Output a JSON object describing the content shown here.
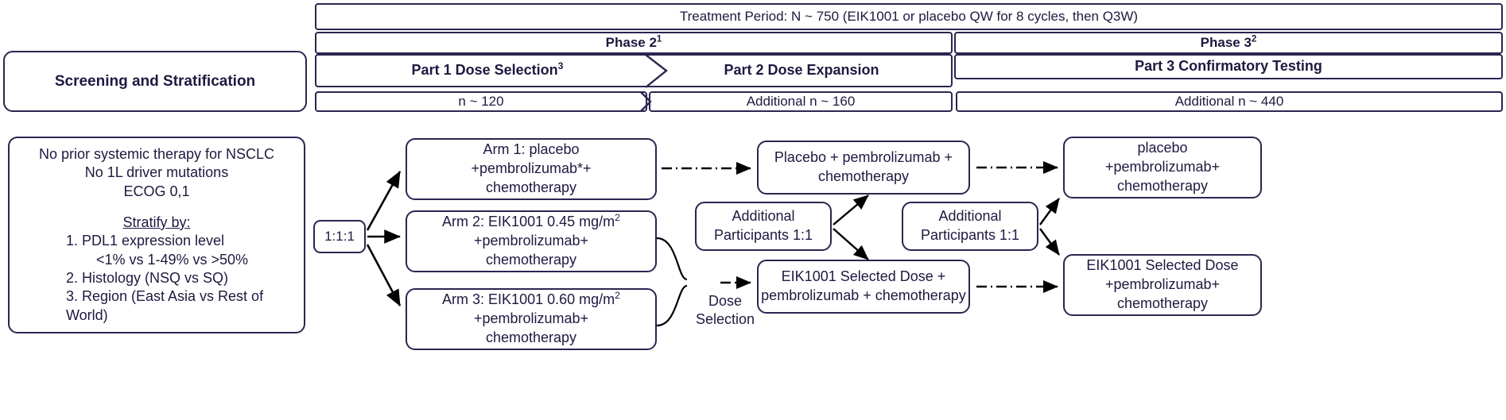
{
  "diagram": {
    "title": "EIK1001 NSCLC Phase 2/3 study schema",
    "accent_color": "#2b2550",
    "text_color": "#1d1a40",
    "background": "#ffffff"
  },
  "header": {
    "treatment_period": "Treatment Period: N ~ 750 (EIK1001 or placebo QW for 8 cycles, then Q3W)",
    "phases": [
      {
        "label": "Phase 2",
        "footnote": "1"
      },
      {
        "label": "Phase 3",
        "footnote": "2"
      }
    ],
    "parts": [
      {
        "label": "Part 1 Dose Selection",
        "footnote": "3"
      },
      {
        "label": "Part 2 Dose Expansion",
        "footnote": ""
      },
      {
        "label": "Part 3 Confirmatory Testing",
        "footnote": ""
      }
    ],
    "counts": [
      "n ~ 120",
      "Additional  n ~ 160",
      "Additional n ~ 440"
    ]
  },
  "screening": {
    "title": "Screening and Stratification"
  },
  "eligibility": {
    "lines": [
      "No prior systemic therapy for NSCLC",
      "No 1L driver mutations",
      "ECOG  0,1"
    ],
    "stratify_heading": "Stratify by:",
    "stratify_items": [
      "1. PDL1 expression level",
      "<1% vs 1-49% vs >50%",
      "2. Histology  (NSQ vs SQ)",
      "3. Region (East Asia vs Rest of",
      "World)"
    ]
  },
  "randomization": {
    "ratio_label": "1:1:1"
  },
  "arms": [
    {
      "name": "arm-1",
      "lines": [
        "Arm 1: placebo",
        "+pembrolizumab*+",
        "chemotherapy"
      ]
    },
    {
      "name": "arm-2",
      "lines": [
        "Arm 2: EIK1001 0.45 mg/m",
        "+pembrolizumab+",
        "chemotherapy"
      ],
      "dose_superscript": "2"
    },
    {
      "name": "arm-3",
      "lines": [
        "Arm 3: EIK1001 0.60 mg/m",
        "+pembrolizumab+",
        "chemotherapy"
      ],
      "dose_superscript": "2"
    }
  ],
  "dose_selection": {
    "line1": "Dose",
    "line2": "Selection"
  },
  "part2": {
    "placebo_box": [
      "Placebo + pembrolizumab +",
      "chemotherapy"
    ],
    "selected_dose_box": [
      "EIK1001 Selected Dose +",
      "pembrolizumab + chemotherapy"
    ],
    "additional_box": [
      "Additional",
      "Participants 1:1"
    ]
  },
  "part3": {
    "placebo_box": [
      "placebo",
      "+pembrolizumab+",
      "chemotherapy"
    ],
    "selected_dose_box": [
      "EIK1001 Selected Dose",
      "+pembrolizumab+",
      "chemotherapy"
    ],
    "additional_box": [
      "Additional",
      "Participants 1:1"
    ]
  }
}
